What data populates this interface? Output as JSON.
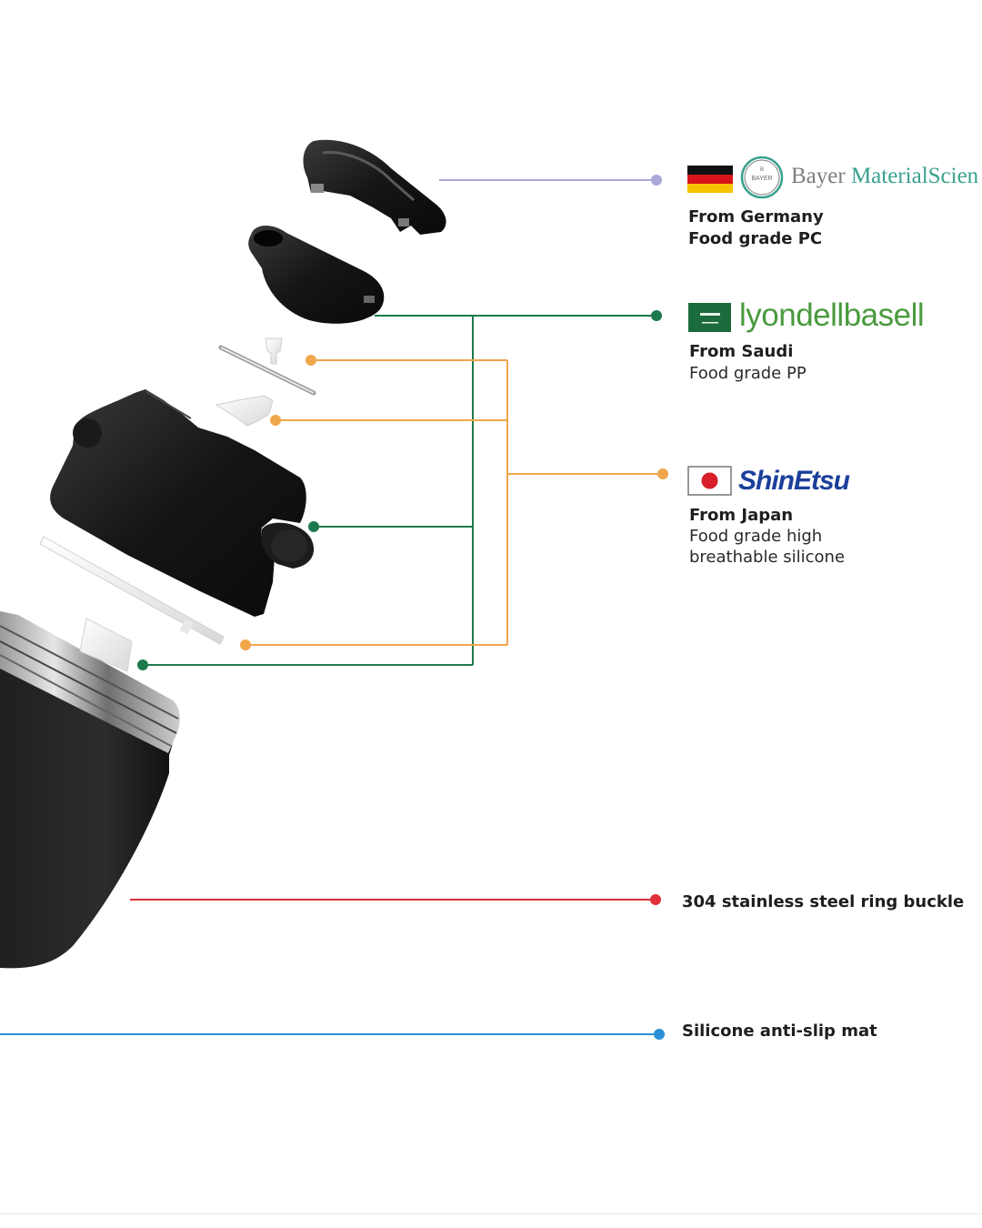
{
  "colors": {
    "bayer_line": "#a9a6d8",
    "lyondell_line": "#1e7a4e",
    "shinetsu_line": "#f0a64a",
    "ring_line": "#e0303a",
    "mat_line": "#2b8fd6",
    "lyondell_brand": "#4a9a3e",
    "shinetsu_brand": "#1b3f9a",
    "bayer_brand_bayer": "#7d7d7d",
    "bayer_brand_ms": "#3aa18e"
  },
  "callouts": {
    "bayer": {
      "brand_bayer": "Bayer",
      "brand_ms": "MaterialScien",
      "logo_text": "BAYER",
      "origin": "From Germany",
      "material": "Food grade PC",
      "flag": "germany-flag-icon"
    },
    "lyondell": {
      "brand": "lyondellbasell",
      "origin": "From Saudi",
      "material": "Food grade PP",
      "flag": "saudi-flag-icon"
    },
    "shinetsu": {
      "brand": "ShinEtsu",
      "origin": "From Japan",
      "material_line1": "Food grade high",
      "material_line2": "breathable silicone",
      "flag": "japan-flag-icon"
    },
    "ring": {
      "label": "304 stainless steel ring buckle"
    },
    "mat": {
      "label": "Silicone anti-slip mat"
    }
  }
}
